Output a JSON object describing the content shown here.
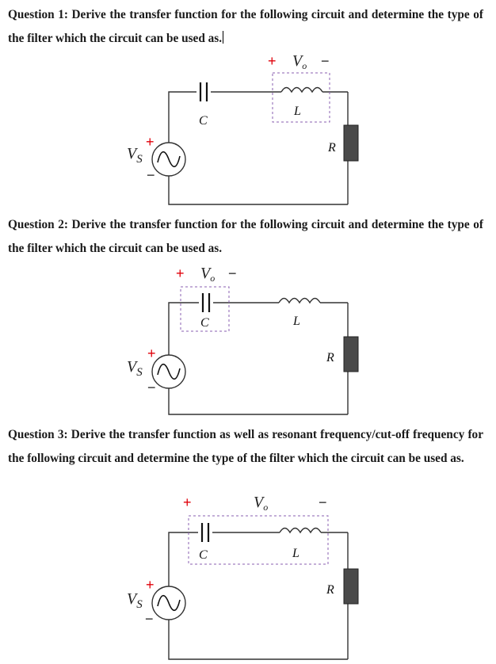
{
  "questions": [
    {
      "text": "Question 1: Derive the transfer function for the following circuit and determine the type of the filter which the circuit can be used as."
    },
    {
      "text": "Question 2: Derive the transfer function for the following circuit and determine the type of the filter which the circuit can be used as."
    },
    {
      "text": "Question 3: Derive the transfer function as well as resonant frequency/cut-off frequency for the following circuit and determine the type of the filter which the circuit can be used as."
    }
  ],
  "labels": {
    "capacitor": "C",
    "inductor": "L",
    "resistor": "R",
    "source": "V",
    "source_sub": "S",
    "output": "V",
    "output_sub": "o",
    "plus": "+",
    "minus": "−"
  },
  "colors": {
    "wire": "#333333",
    "plus_red": "#e0000a",
    "box_dash": "#8a5fb0",
    "resistor_fill": "#4a4a4a"
  }
}
